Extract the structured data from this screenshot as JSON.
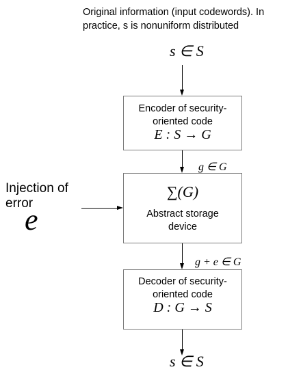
{
  "top_caption": {
    "line1": "Original information (input codewords). In",
    "line2": "practice, s is nonuniform distributed"
  },
  "input_symbol": "s ∈ S",
  "encoder_box": {
    "line1": "Encoder of security-",
    "line2": "oriented code",
    "formula": "E : S → G"
  },
  "label_g": "g ∈ G",
  "storage_box": {
    "formula": "∑(G)",
    "line1": "Abstract storage",
    "line2": "device"
  },
  "injection": {
    "line1": "Injection of",
    "line2": "error",
    "symbol": "e"
  },
  "label_ge": "g + e ∈ G",
  "decoder_box": {
    "line1": "Decoder of security-",
    "line2": "oriented code",
    "formula": "D : G → S"
  },
  "output_symbol": "s ∈ S"
}
